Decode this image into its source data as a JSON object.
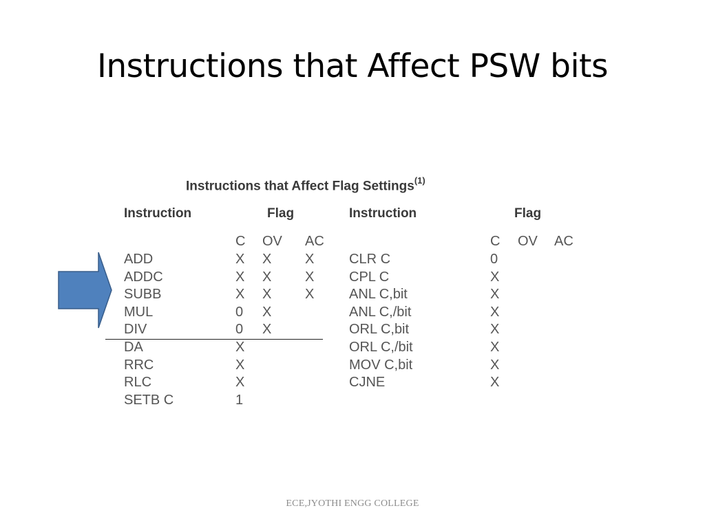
{
  "slide": {
    "title": "Instructions that Affect PSW bits",
    "footer": "ECE,JYOTHI ENGG COLLEGE"
  },
  "table": {
    "caption": "Instructions that Affect Flag Settings",
    "caption_note": "(1)",
    "left_headers": {
      "instruction": "Instruction",
      "flag": "Flag"
    },
    "right_headers": {
      "instruction": "Instruction",
      "flag": "Flag"
    },
    "left_flag_cols": [
      "C",
      "OV",
      "AC"
    ],
    "right_flag_cols": [
      "C",
      "OV",
      "AC"
    ],
    "left_rows": [
      {
        "instr": "ADD",
        "c": "X",
        "ov": "X",
        "ac": "X"
      },
      {
        "instr": "ADDC",
        "c": "X",
        "ov": "X",
        "ac": "X"
      },
      {
        "instr": "SUBB",
        "c": "X",
        "ov": "X",
        "ac": "X"
      },
      {
        "instr": "MUL",
        "c": "0",
        "ov": "X",
        "ac": ""
      },
      {
        "instr": "DIV",
        "c": "0",
        "ov": "X",
        "ac": ""
      },
      {
        "instr": "DA",
        "c": "X",
        "ov": "",
        "ac": ""
      },
      {
        "instr": "RRC",
        "c": "X",
        "ov": "",
        "ac": ""
      },
      {
        "instr": "RLC",
        "c": "X",
        "ov": "",
        "ac": ""
      },
      {
        "instr": "SETB C",
        "c": "1",
        "ov": "",
        "ac": ""
      }
    ],
    "right_rows": [
      {
        "instr": "CLR C",
        "c": "0",
        "ov": "",
        "ac": ""
      },
      {
        "instr": "CPL C",
        "c": "X",
        "ov": "",
        "ac": ""
      },
      {
        "instr": "ANL C,bit",
        "c": "X",
        "ov": "",
        "ac": ""
      },
      {
        "instr": "ANL C,/bit",
        "c": "X",
        "ov": "",
        "ac": ""
      },
      {
        "instr": "ORL C,bit",
        "c": "X",
        "ov": "",
        "ac": ""
      },
      {
        "instr": "ORL C,/bit",
        "c": "X",
        "ov": "",
        "ac": ""
      },
      {
        "instr": "MOV C,bit",
        "c": "X",
        "ov": "",
        "ac": ""
      },
      {
        "instr": "CJNE",
        "c": "X",
        "ov": "",
        "ac": ""
      }
    ]
  },
  "arrow": {
    "icon": "right-arrow-icon",
    "fill": "#4F81BD",
    "stroke": "#385D8A"
  }
}
